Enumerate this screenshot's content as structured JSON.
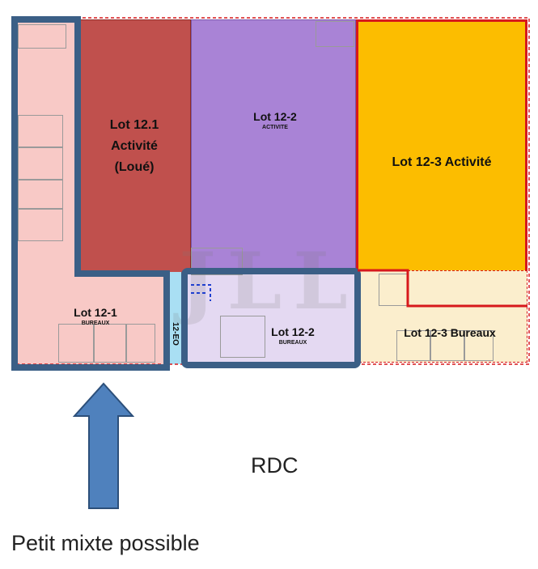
{
  "plan": {
    "lots": {
      "lot_121_activite": {
        "line1": "Lot 12.1",
        "line2": "Activité",
        "line3": "(Loué)"
      },
      "lot_122_activite": {
        "title": "Lot 12-2",
        "sub": "ACTIVITE"
      },
      "lot_123_activite": {
        "title": "Lot 12-3 Activité"
      },
      "lot_121_bureaux": {
        "title": "Lot 12-1",
        "sub": "BUREAUX"
      },
      "lot_122_bureaux": {
        "title": "Lot 12-2",
        "sub": "BUREAUX"
      },
      "lot_123_bureaux": {
        "title": "Lot 12-3 Bureaux"
      },
      "eo": {
        "title": "12-EO"
      }
    },
    "watermark": "JLL",
    "colors": {
      "lot_121_activite": "#c0504d",
      "lot_122_activite": "#a983d6",
      "lot_123_activite": "#fcbd00",
      "bureaux_121": "#f8c9c6",
      "bureaux_122": "#e4d9f2",
      "bureaux_123": "#fbeecd",
      "outline_blue": "#3b5f86",
      "arrow_blue": "#4f81bd",
      "border_red": "#d7191c"
    }
  },
  "floor_label": "RDC",
  "caption": "Petit mixte possible",
  "arrow": {
    "icon": "up-arrow-icon"
  }
}
